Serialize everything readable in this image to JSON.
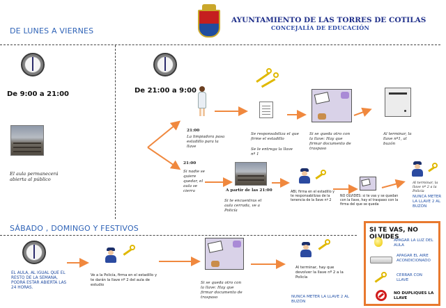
{
  "header": {
    "org_title": "AYUNTAMIENTO DE LAS TORRES DE COTILAS",
    "org_subtitle": "CONCEJALÍA DE EDUCACIÓN"
  },
  "weekday": {
    "title": "DE LUNES A VIERNES",
    "day_hours": "De 9:00 a 21:00",
    "day_note": "El aula permanecerá abierta al público",
    "night_hours": "De 21:00 a 9:00",
    "branch_a": {
      "time": "21:00",
      "text": "La limpiadora pasa estadillo para la llave",
      "sign_text": "Se responsabiliza el que firme el estadillo",
      "key_text": "Se le entrega la llave nº 1",
      "swap_text": "Si se queda otro con la llave: Hay que firmar documento de traspaso",
      "end_text": "Al terminar, la llave nº1, al buzón"
    },
    "branch_b": {
      "time": "21:00",
      "text": "Si nadie se quiere quedar, el aula se cierra",
      "from_label": "A partir de las 21:00",
      "closed_text": "Si te encuentras el aula cerrada, ve a Policía",
      "police_text": "ABI, firma en el estadillo y te responsabilizas de la tenencia de la llave nº 2",
      "remember_text": "NO OLVIDES: si te vas y se quedan con la llave, hay el traspaso con la firma del que se queda",
      "return_text": "Al terminar, la llave nº 2 a la Policía",
      "never_text": "NUNCA METER LA LLAVE 2 AL BUZÓN"
    }
  },
  "weekend": {
    "title": "SÁBADO , DOMINGO Y FESTIVOS",
    "clock_text": "EL AULA, AL IGUAL QUE EL RESTO DE LA SEMANA, PODRÁ ESTAR ABIERTA LAS 24 HORAS.",
    "police_text": "Ve a la Policía, firma en el estadillo y te darán la llave nº 2 del aula de estudio",
    "swap_text": "Si se queda otro con la llave: Hay que firmar documento de traspaso",
    "return_text": "Al terminar, hay que devolver la llave nº 2 a la Policía",
    "never_text": "NUNCA METER LA LLAVE 2 AL BUZÓN"
  },
  "reminders": {
    "title": "SI TE VAS, NO OLVIDES",
    "items": [
      "APAGAR LA LUZ DEL AULA",
      "APAGAR EL AIRE ACONDICIONADO",
      "CERRAR CON LLAVE",
      "NO DUPLIQUES LA LLAVE"
    ]
  },
  "colors": {
    "arrow": "#f0883e",
    "heading_blue": "#2f63b7",
    "reminder_border": "#e8792e"
  }
}
